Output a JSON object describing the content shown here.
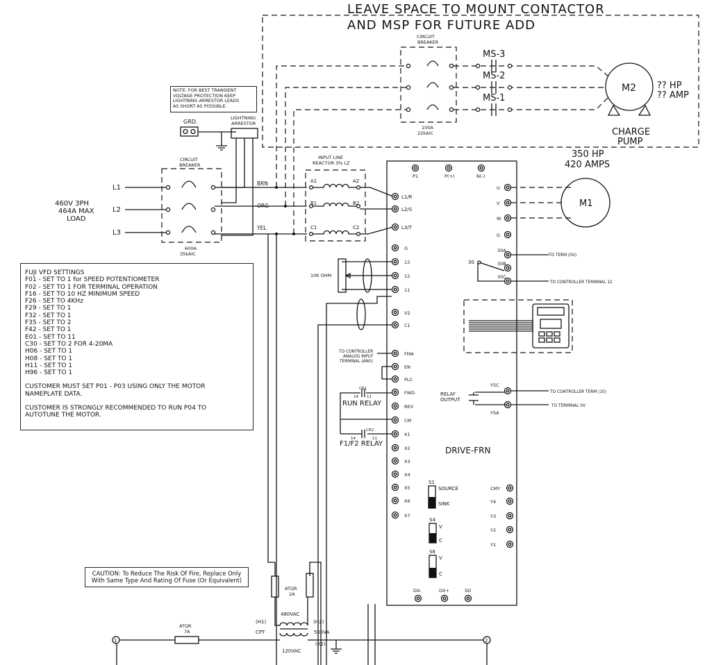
{
  "header": {
    "line1": "LEAVE SPACE TO MOUNT CONTACTOR",
    "line2": "AND MSP FOR FUTURE ADD"
  },
  "future": {
    "breaker_title": [
      "CIRCUIT",
      "BREAKER"
    ],
    "breaker_rating": [
      "100A",
      "22kAIC"
    ],
    "contactors": [
      "MS-3",
      "MS-2",
      "MS-1"
    ],
    "motor": "M2",
    "motor_hp": "?? HP",
    "motor_amp": "?? AMP",
    "pump": [
      "CHARGE",
      "PUMP"
    ]
  },
  "main_motor_rating": [
    "350 HP",
    "420 AMPS"
  ],
  "note_text": [
    "NOTE: FOR BEST TRANSIENT",
    "VOLTAGE PROTECTION KEEP",
    "LIGHTNING ARRESTOR LEADS",
    "AS SHORT AS POSSIBLE."
  ],
  "grd_label": "GRD.",
  "arrestor_label": [
    "LIGHTNING",
    "ARRESTOR"
  ],
  "supply": {
    "lines": [
      "L1",
      "L2",
      "L3"
    ],
    "rating": [
      "460V  3PH",
      "464A MAX",
      "LOAD"
    ],
    "breaker_title": [
      "CIRCUIT",
      "BREAKER"
    ],
    "breaker_rating": [
      "600A",
      "35kAIC"
    ],
    "wire_colors": [
      "BRN",
      "ORG",
      "YEL"
    ]
  },
  "reactor": {
    "title": [
      "INPUT LINE",
      "REACTOR 3% LZ"
    ],
    "terms_in": [
      "A1",
      "B1",
      "C1"
    ],
    "terms_out": [
      "A2",
      "B2",
      "C2"
    ]
  },
  "drive": {
    "top_terms": [
      "P1",
      "P(+)",
      "N(-)"
    ],
    "input_terms": [
      "L1/R",
      "L2/S",
      "L3/T"
    ],
    "left_terms": [
      "G",
      "13",
      "12",
      "11",
      "V2",
      "C1",
      "FMA",
      "EN",
      "PLC",
      "FWD",
      "REV",
      "CM",
      "X1",
      "X2",
      "X3",
      "X4",
      "X5",
      "X6",
      "X7"
    ],
    "output_terms": [
      "U",
      "V",
      "W",
      "G"
    ],
    "relay_terms": [
      "30A",
      "30B",
      "30C"
    ],
    "relay_common": "30",
    "y5_terms": [
      "Y5C",
      "Y5A"
    ],
    "right_terms": [
      "CMY",
      "Y4",
      "Y3",
      "Y2",
      "Y1"
    ],
    "bottom_terms": [
      "DX-",
      "DX+",
      "SD"
    ],
    "name": "DRIVE-FRN",
    "relay_output": [
      "RELAY",
      "OUTPUT"
    ],
    "switches": {
      "s1": {
        "name": "S1",
        "labels": [
          "SOURCE",
          "SINK"
        ]
      },
      "s4": {
        "name": "S4",
        "labels": [
          "V",
          "C"
        ]
      },
      "s6": {
        "name": "S6",
        "labels": [
          "V",
          "C"
        ]
      }
    }
  },
  "motor_m1": "M1",
  "pot_label": "10K OHM",
  "annotations": {
    "term_0v": "TO TERM (0V)",
    "ctrl_term_12": "TO CONTROLLER TERMINAL 12",
    "fma_to": [
      "TO CONTROLLER",
      "ANALOG INPUT",
      "TERMINAL (AN0)"
    ],
    "ctrl_term_10": "TO CONTROLLER TERM (10)",
    "term_0v_2": "TO TERMINAL 0V",
    "run_relay": "RUN RELAY",
    "run_relay_contact": "CR1",
    "f1f2_relay": "F1/F2 RELAY",
    "f1f2_contact": "CR2",
    "contact_nums": [
      "14",
      "11"
    ]
  },
  "fuji_settings": {
    "title": "FUJI VFD SETTINGS",
    "lines": [
      "F01 - SET TO 1 for SPEED POTENTIOMETER",
      "F02 - SET TO 1 FOR TERMINAL OPERATION",
      "F16 - SET TO 10 HZ MINIMUM SPEED",
      "F26 - SET TO 4KHz",
      "F29 - SET TO 1",
      "F32 - SET TO 1",
      "F35 - SET TO 2",
      "F42 - SET TO 1",
      "E01 - SET TO 11",
      "C30 - SET TO 2 FOR 4-20MA",
      "H06 - SET TO 1",
      "H08 - SET TO 1",
      "H11 - SET TO 1",
      "H96 - SET TO 1"
    ],
    "customer_p01": [
      "CUSTOMER MUST SET P01 - P03 USING ONLY THE MOTOR",
      "NAMEPLATE DATA."
    ],
    "customer_p04": [
      "CUSTOMER IS STRONGLY RECOMMENDED TO RUN P04 TO",
      "AUTOTUNE THE MOTOR."
    ]
  },
  "caution": [
    "CAUTION: To Reduce The Risk Of Fire, Replace Only",
    "With Same Type And Rating Of Fuse (Or Equivalent)"
  ],
  "cpt": {
    "fuse": [
      "ATQR",
      "2A"
    ],
    "primary": "480VAC",
    "h1": "(H1)",
    "h2": "(H2)",
    "name": "CPT",
    "va": "500VA",
    "x2": "(X2)",
    "secondary": "120VAC",
    "fuse2": [
      "ATQR",
      "7A"
    ],
    "node1": "1",
    "node2": "2"
  }
}
